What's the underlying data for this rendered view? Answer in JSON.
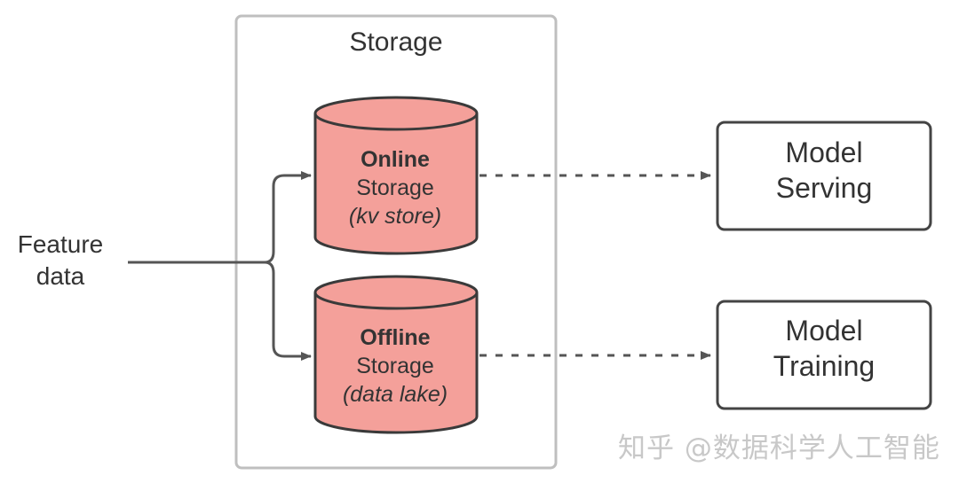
{
  "storage": {
    "title": "Storage"
  },
  "input": {
    "line1": "Feature",
    "line2": "data"
  },
  "online": {
    "title": "Online",
    "subtitle": "Storage",
    "detail": "(kv store)"
  },
  "offline": {
    "title": "Offline",
    "subtitle": "Storage",
    "detail": "(data lake)"
  },
  "targets": {
    "serving": {
      "line1": "Model",
      "line2": "Serving"
    },
    "training": {
      "line1": "Model",
      "line2": "Training"
    }
  },
  "watermark": "知乎 @数据科学人工智能",
  "colors": {
    "cylinder_fill": "#f4a09a",
    "cylinder_stroke": "#3a3a3a",
    "container_stroke": "#bfbfbf",
    "box_stroke": "#444444",
    "arrow": "#555555",
    "text": "#333333",
    "watermark": "#c8c8c8"
  }
}
